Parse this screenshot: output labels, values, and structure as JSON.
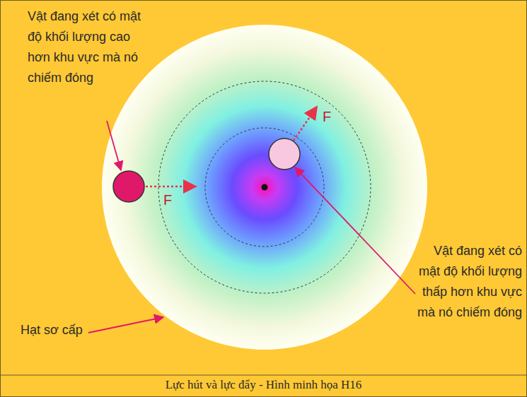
{
  "diagram": {
    "caption": "Lực hút và lực đẩy - Hình minh họa H16",
    "labels": [
      "Vật đang xét có mật độ khối lượng cao hơn khu vực mà nó chiếm đóng",
      "F",
      "F",
      "Vật đang xét có mật độ khối lượng thấp hơn khu vực mà nó chiếm đóng",
      "Hạt sơ cấp"
    ]
  }
}
